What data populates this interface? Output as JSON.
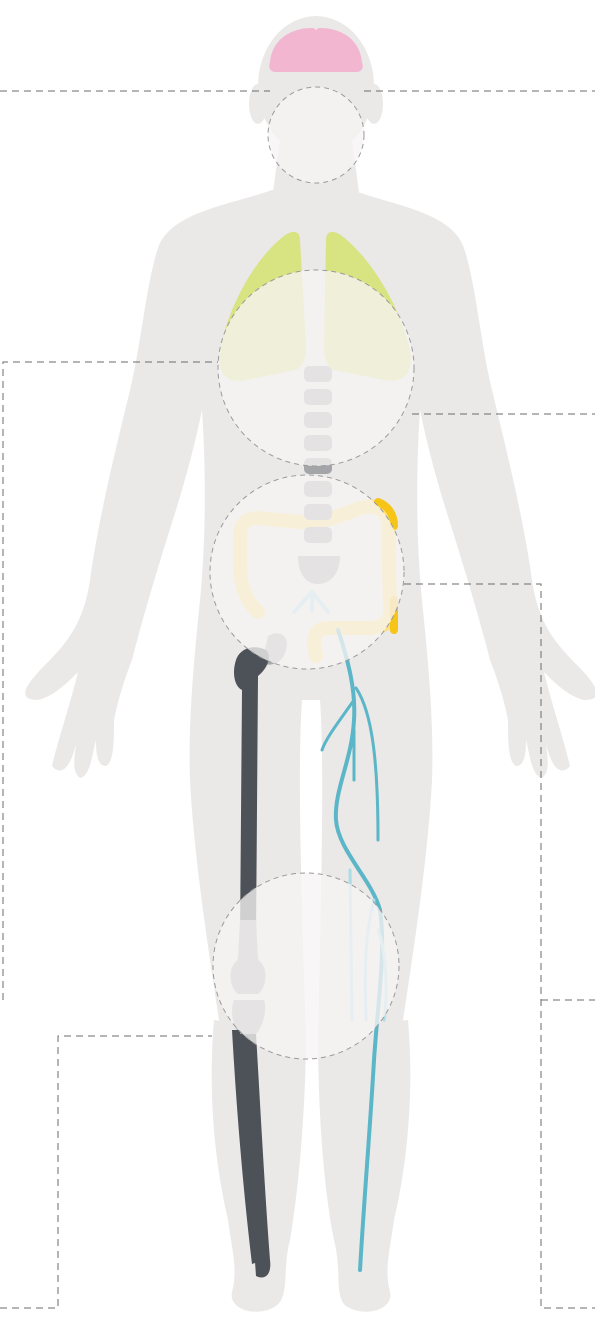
{
  "figure": {
    "colors": {
      "background": "#ffffff",
      "body_silhouette": "#ebe8e8",
      "brain": "#f2b6d0",
      "lungs": "#d8e382",
      "spine": "#a3a5a8",
      "colon": "#fde07a",
      "colon_accent": "#f7c418",
      "bone_leg": "#4c5257",
      "bone_highlight": "#a7a9ac",
      "nerves": "#5bb6c8",
      "nerves_light": "#a9dde6",
      "zone_circle_fill": "#f6f4f4",
      "zone_circle_stroke": "#9a9a9a",
      "callout_line": "#6b6b6b"
    },
    "organs": [
      "brain",
      "lungs",
      "spine",
      "colon",
      "leg-bones",
      "nerves"
    ],
    "zones": [
      "head-zone",
      "chest-zone",
      "abdomen-zone",
      "knee-zone"
    ],
    "callouts": [
      "head-callout",
      "chest-left-callout",
      "chest-right-callout",
      "abdomen-right-callout",
      "knee-left-callout",
      "knee-right-callout"
    ]
  }
}
